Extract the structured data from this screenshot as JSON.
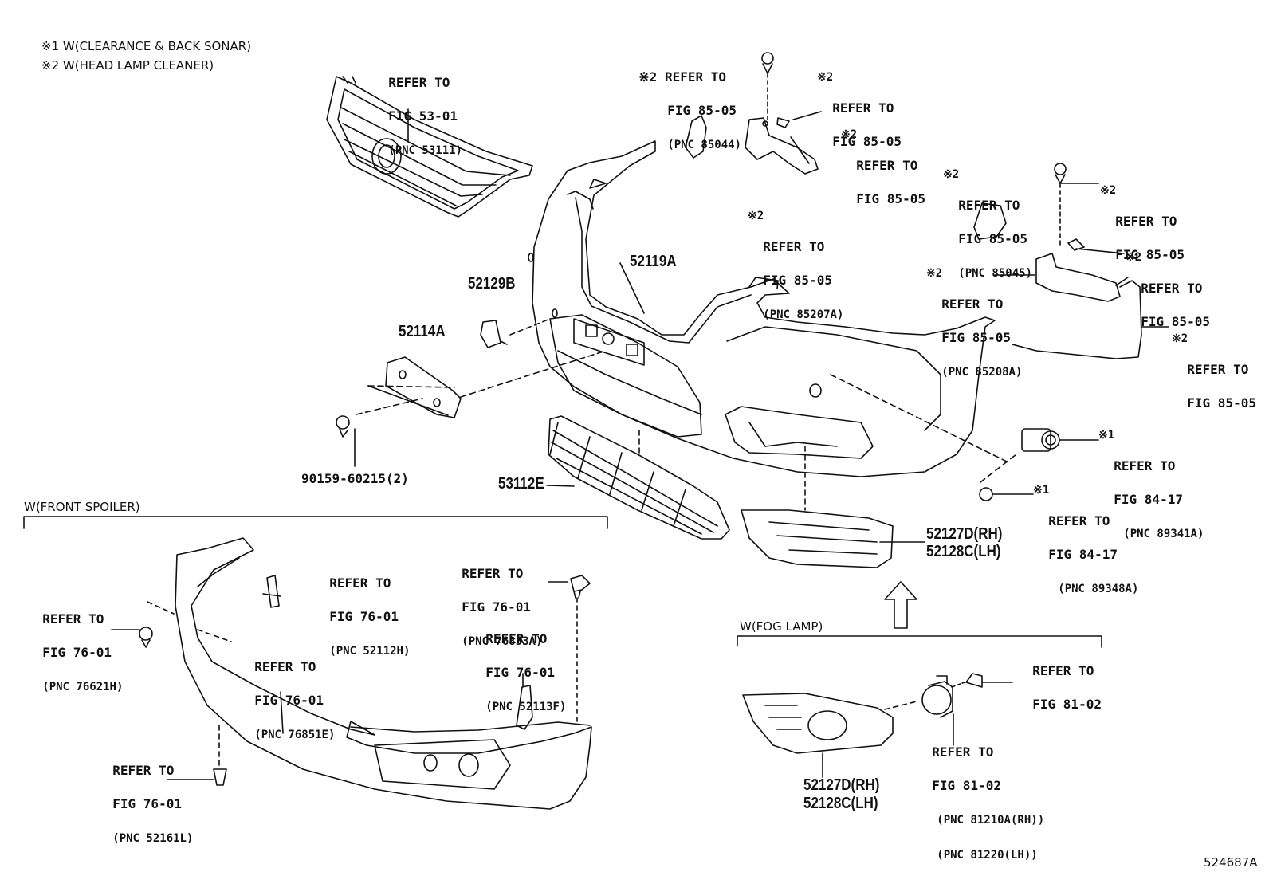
{
  "notes": {
    "n1": "※1 W(CLEARANCE & BACK SONAR)",
    "n2": "※2 W(HEAD LAMP CLEANER)"
  },
  "groups": {
    "front_spoiler": "W(FRONT SPOILER)",
    "fog_lamp": "W(FOG LAMP)"
  },
  "markers": {
    "m1": "※1",
    "m2": "※2"
  },
  "parts": {
    "p52119A": "52119A",
    "p52129B": "52129B",
    "p52114A": "52114A",
    "p90159": "90159-60215(2)",
    "p53112E": "53112E",
    "p52127D": "52127D(RH)",
    "p52128C": "52128C(LH)",
    "p52127D_b": "52127D(RH)",
    "p52128C_b": "52128C(LH)",
    "code": "524687A"
  },
  "refs": {
    "refer_to": "REFER TO",
    "fig_53_01": "FIG 53-01",
    "fig_85_05": "FIG 85-05",
    "fig_84_17": "FIG 84-17",
    "fig_76_01": "FIG 76-01",
    "fig_81_02": "FIG 81-02",
    "m2_refer_to": "※2 REFER TO"
  },
  "pncs": {
    "pnc_53111": "(PNC 53111)",
    "pnc_85044": "(PNC 85044)",
    "pnc_85207A": "(PNC 85207A)",
    "pnc_85045": "(PNC 85045)",
    "pnc_85208A": "(PNC 85208A)",
    "pnc_89341A": "(PNC 89341A)",
    "pnc_89348A": "(PNC 89348A)",
    "pnc_76621H": "(PNC 76621H)",
    "pnc_52112H": "(PNC 52112H)",
    "pnc_76851E": "(PNC 76851E)",
    "pnc_76853A": "(PNC 76853A)",
    "pnc_52113F": "(PNC 52113F)",
    "pnc_52161L": "(PNC 52161L)",
    "pnc_81210A": "(PNC 81210A(RH))",
    "pnc_81220": "(PNC 81220(LH))"
  }
}
